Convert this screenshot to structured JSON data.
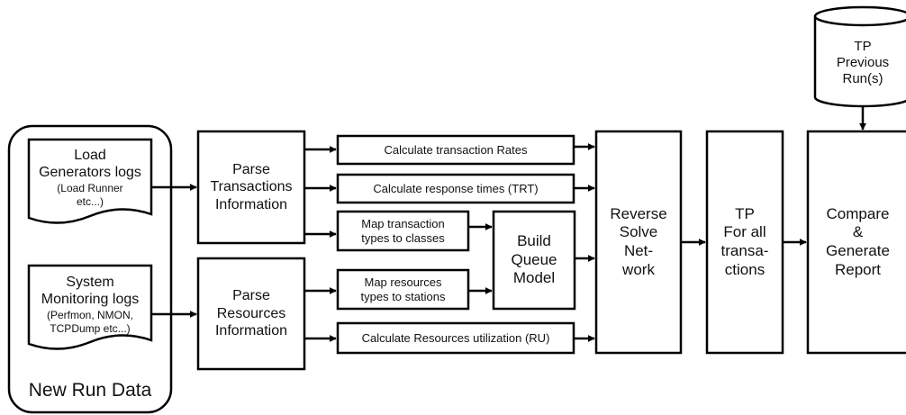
{
  "container": {
    "label": "New Run Data"
  },
  "inputs": {
    "load_logs": {
      "title": "Load\nGenerators logs",
      "detail": "(Load Runner\netc...)"
    },
    "system_logs": {
      "title": "System\nMonitoring logs",
      "detail": "(Perfmon, NMON,\nTCPDump etc...)"
    }
  },
  "parse": {
    "transactions": "Parse\nTransactions\nInformation",
    "resources": "Parse\nResources\nInformation"
  },
  "steps": {
    "rates": "Calculate transaction Rates",
    "response": "Calculate response times (TRT)",
    "map_classes": "Map transaction\ntypes to classes",
    "map_stations": "Map resources\ntypes to stations",
    "utilization": "Calculate Resources utilization (RU)"
  },
  "model": {
    "label": "Build\nQueue\nModel"
  },
  "solve": {
    "label": "Reverse\nSolve\nNet-\nwork"
  },
  "tp_all": {
    "label": "TP\nFor all\ntransa-\nctions"
  },
  "compare": {
    "label": "Compare\n&\nGenerate\nReport"
  },
  "tp_previous": {
    "label": "TP\nPrevious\nRun(s)"
  }
}
